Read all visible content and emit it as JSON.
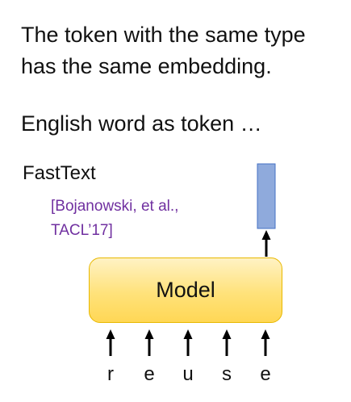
{
  "text_lines": {
    "line1": "The token with the same type",
    "line2": "has the same embedding.",
    "line3": "English word as token …"
  },
  "fasttext": {
    "title": "FastText",
    "citation_line1": "[Bojanowski, et al.,",
    "citation_line2": "TACL’17]"
  },
  "model": {
    "label": "Model"
  },
  "input_chars": [
    "r",
    "e",
    "u",
    "s",
    "e"
  ],
  "colors": {
    "text": "#111111",
    "citation": "#7030a0",
    "model_fill": "#ffe27a",
    "model_border": "#e8b800",
    "embedding_fill": "#8faadc",
    "embedding_border": "#4472c4",
    "arrow": "#000000"
  }
}
